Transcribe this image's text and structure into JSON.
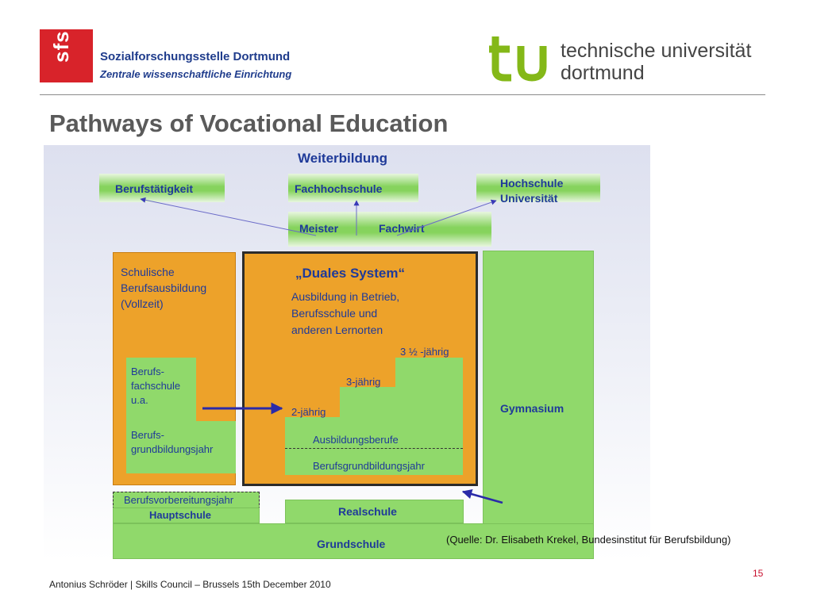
{
  "header": {
    "logo_text": "sfs",
    "org_name": "Sozialforschungsstelle Dortmund",
    "org_subtitle": "Zentrale wissenschaftliche Einrichtung",
    "university_line1": "technische universität",
    "university_line2": "dortmund",
    "colors": {
      "sfs_red": "#d8232a",
      "tu_green": "#84b818",
      "org_text": "#1f3c8c"
    }
  },
  "slide": {
    "title": "Pathways of Vocational Education"
  },
  "diagram": {
    "top_label": "Weiterbildung",
    "destinations": {
      "left": "Berufstätigkeit",
      "center": "Fachhochschule",
      "right_line1": "Hochschule",
      "right_line2": "Universität"
    },
    "meister_bar": {
      "left": "Meister",
      "right": "Fachwirt"
    },
    "school_based": {
      "line1": "Schulische",
      "line2": "Berufsausbildung",
      "line3": "(Vollzeit)",
      "fachschule_line1": "Berufs-",
      "fachschule_line2": "fachschule",
      "fachschule_line3": "u.a.",
      "grund_line1": "Berufs-",
      "grund_line2": "grundbildungsjahr"
    },
    "dual_system": {
      "title": "„Duales System“",
      "desc_line1": "Ausbildung in Betrieb,",
      "desc_line2": "Berufsschule und",
      "desc_line3": "anderen Lernorten",
      "step_1": "2-jährig",
      "step_2": "3-jährig",
      "step_3": "3 ½ -jährig",
      "training_occupations": "Ausbildungsberufe",
      "basic_year": "Berufsgrundbildungsjahr"
    },
    "gymnasium": "Gymnasium",
    "berufsvorbereitungsjahr": "Berufsvorbereitungsjahr",
    "hauptschule": "Hauptschule",
    "realschule": "Realschule",
    "grundschule": "Grundschule",
    "colors": {
      "green": "#90d96b",
      "orange": "#eda22a",
      "arrow": "#3a3ab8",
      "text": "#1f3a99"
    }
  },
  "source_note": "(Quelle: Dr. Elisabeth Krekel, Bundesinstitut für Berufsbildung)",
  "footer": {
    "text": "Antonius Schröder | Skills Council – Brussels 15th December 2010",
    "page_number": "15"
  }
}
